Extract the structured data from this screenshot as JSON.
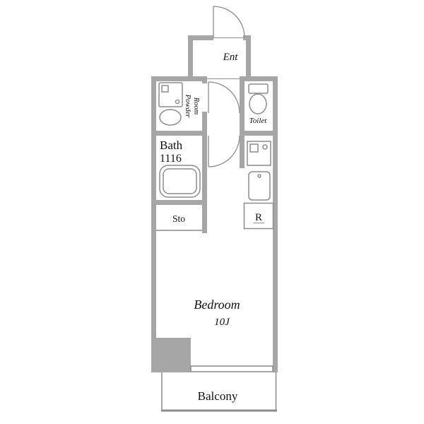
{
  "rooms": {
    "ent": "Ent",
    "powder_line1": "Powder",
    "powder_line2": "Room",
    "toilet": "Toilet",
    "bath": "Bath",
    "bath_size": "1116",
    "sto": "Sto",
    "fridge": "R",
    "bedroom": "Bedroom",
    "bedroom_size": "10J",
    "balcony": "Balcony"
  },
  "colors": {
    "wall": "#a6a6a6",
    "fixture_line": "#8c8c8c",
    "text": "#111111",
    "background": "#ffffff"
  }
}
